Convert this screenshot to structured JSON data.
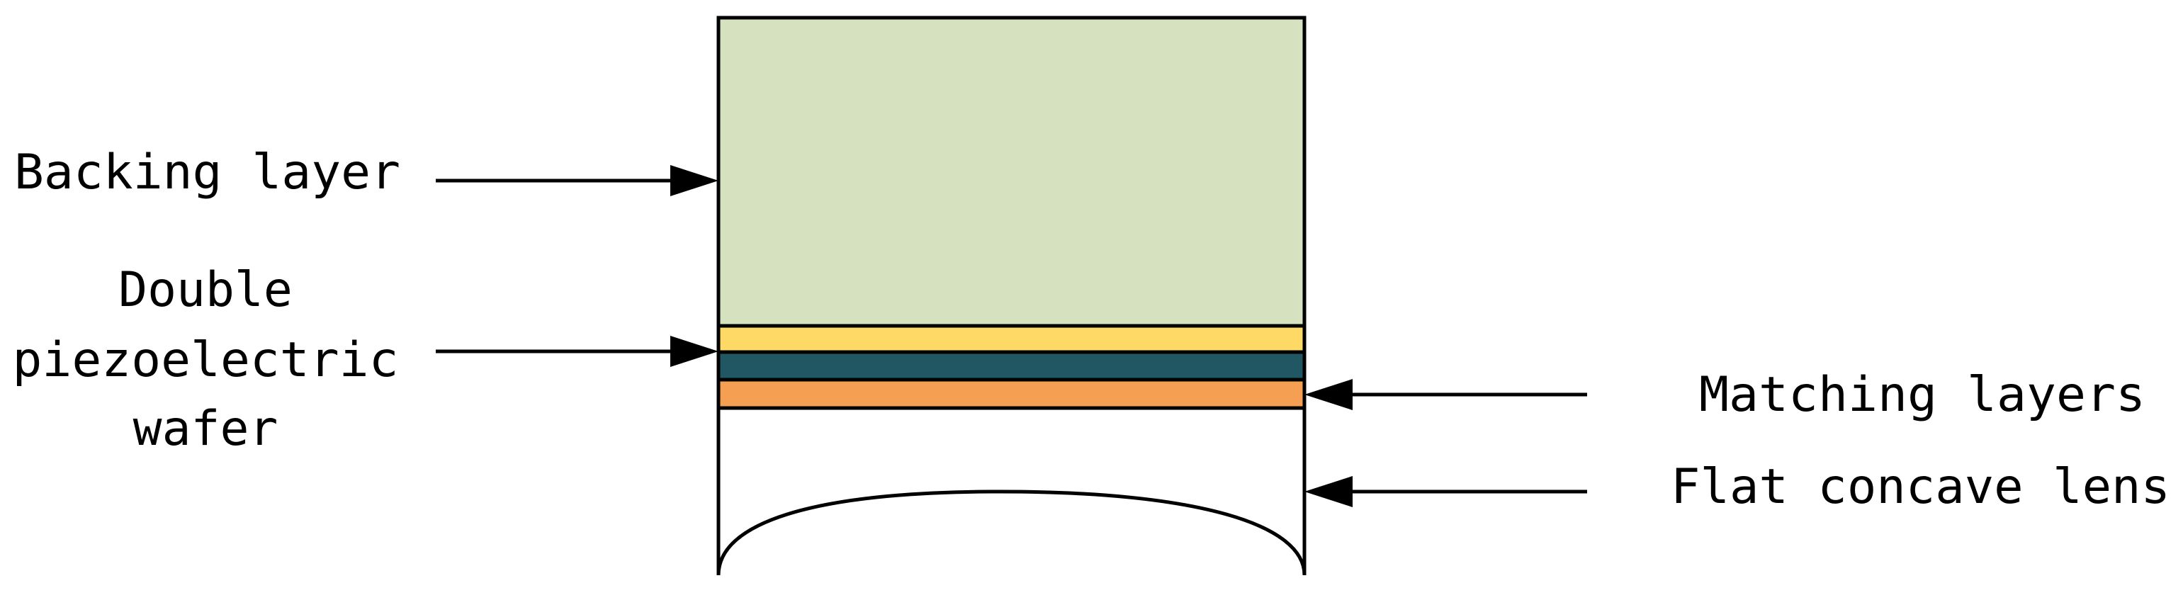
{
  "title": "",
  "colors": {
    "backing_layer": "#d6e2bf",
    "piezo_wafer_top": "#ffd966",
    "piezo_wafer_bottom": "#215663",
    "matching_layer": "#f59f52",
    "lens": "#ffffff",
    "outline": "#000000",
    "text": "#000000"
  },
  "labels": {
    "backing_layer": "Backing layer",
    "piezo_wafer": [
      "Double",
      "piezoelectric",
      "wafer"
    ],
    "matching_layers": "Matching layers",
    "lens": "Flat concave lens"
  }
}
